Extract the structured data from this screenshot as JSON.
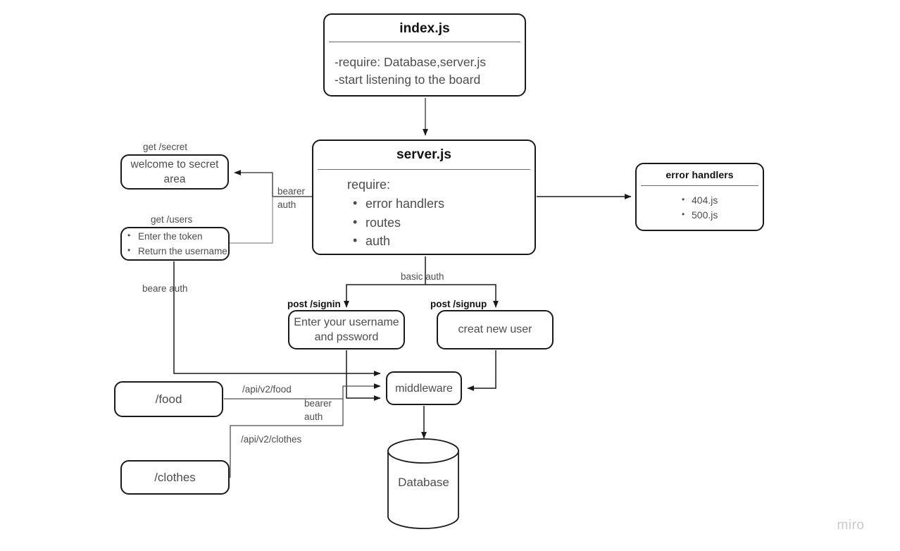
{
  "diagram": {
    "title": "Node.js API architecture flow",
    "tool_watermark": "miro",
    "nodes": {
      "index": {
        "title": "index.js",
        "lines": [
          "-require: Database,server.js",
          "-start listening to the board"
        ]
      },
      "server": {
        "title": "server.js",
        "require_label": "require:",
        "items": [
          "error handlers",
          "routes",
          "auth"
        ]
      },
      "errors": {
        "title": "error handlers",
        "items": [
          "404.js",
          "500.js"
        ]
      },
      "secret": {
        "text": "welcome to secret area"
      },
      "users": {
        "items": [
          "Enter the token",
          "Return the username"
        ]
      },
      "signin": {
        "text": "Enter your username and pssword"
      },
      "signup": {
        "text": "creat new user"
      },
      "middleware": {
        "text": "middleware"
      },
      "food": {
        "text": "/food"
      },
      "clothes": {
        "text": "/clothes"
      },
      "database": {
        "text": "Database"
      }
    },
    "edge_labels": {
      "get_secret": "get /secret",
      "get_users": "get /users",
      "bearer_auth_secret": "bearer\nauth",
      "bearer_auth_secret_l1": "bearer",
      "bearer_auth_secret_l2": "auth",
      "bearer_auth_users": "beare  auth",
      "basic_auth": "basic auth",
      "post_signin": "post /signin",
      "post_signup": "post /signup",
      "api_food": "/api/v2/food",
      "bearer_auth_food_l1": "bearer",
      "bearer_auth_food_l2": "auth",
      "api_clothes": "/api/v2/clothes"
    },
    "colors": {
      "stroke": "#1a1a1a",
      "thin_stroke": "#6b6b6b",
      "text": "#4d4d4d",
      "heading": "#111111",
      "background": "#ffffff",
      "watermark": "#c8c9d4"
    }
  }
}
